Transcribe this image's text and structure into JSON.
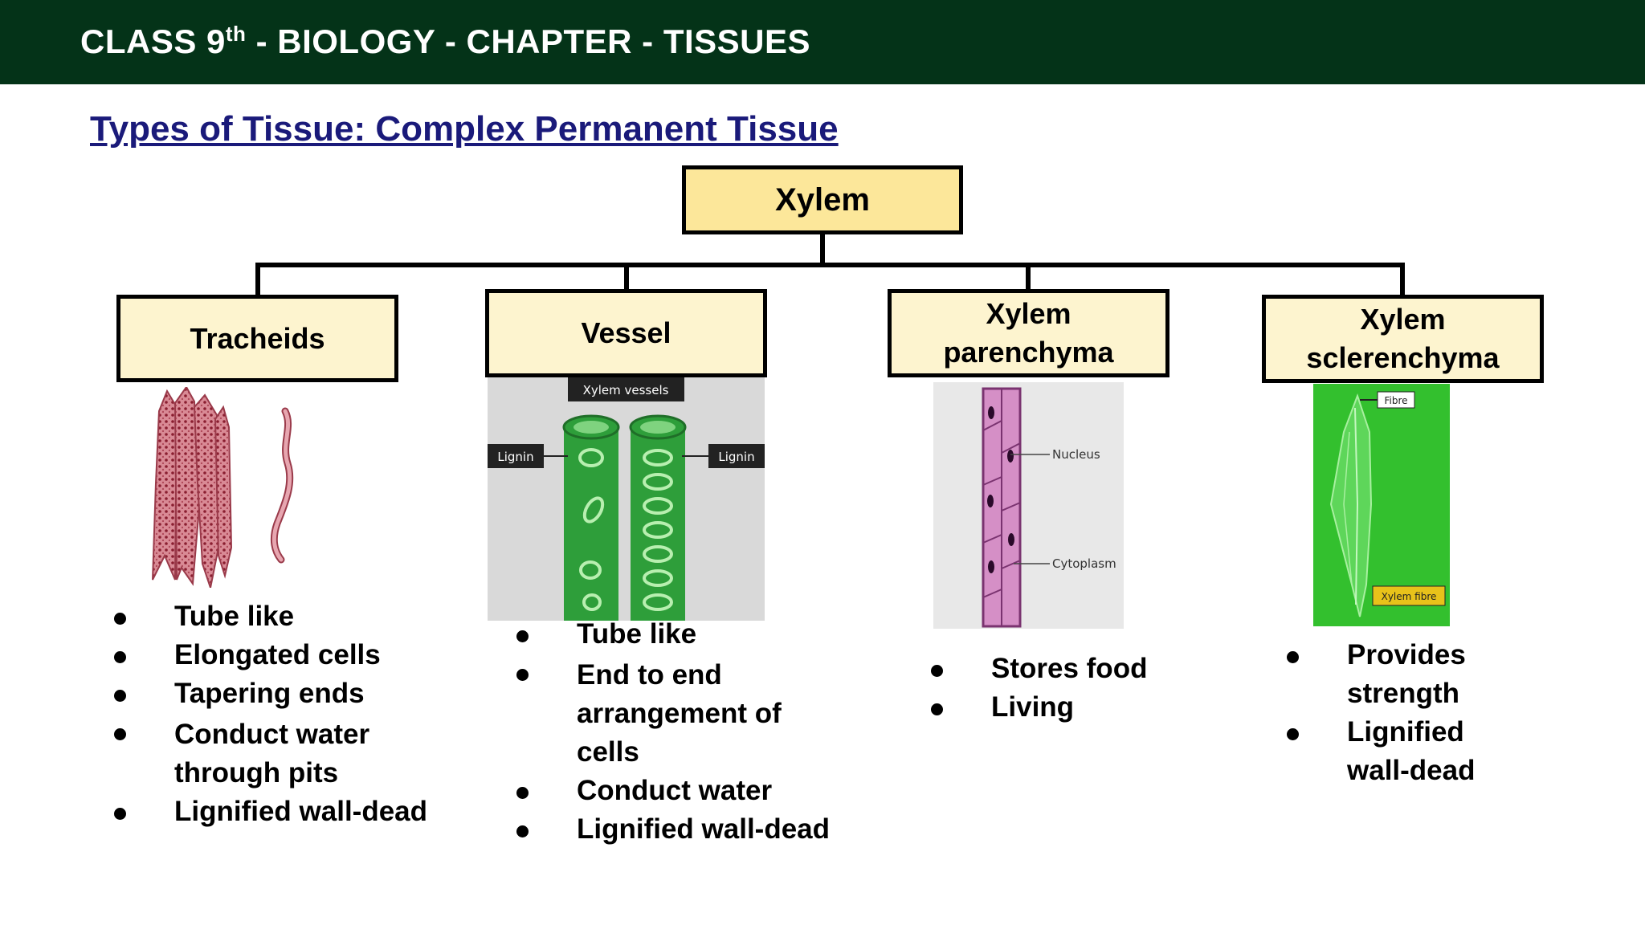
{
  "header": {
    "title_prefix": "CLASS 9",
    "title_sup": "th",
    "title_suffix": " - BIOLOGY - CHAPTER - TISSUES"
  },
  "slide": {
    "title": "Types of Tissue: Complex Permanent Tissue"
  },
  "diagram": {
    "root": "Xylem",
    "nodes": [
      {
        "label": "Tracheids",
        "points": [
          "Tube like",
          "Elongated cells",
          "Tapering ends",
          "Conduct water through pits",
          "Lignified wall-dead"
        ]
      },
      {
        "label": "Vessel",
        "figure_labels": {
          "top": "Xylem vessels",
          "left": "Lignin",
          "right": "Lignin"
        },
        "points": [
          "Tube like",
          "End to end arrangement of cells",
          "Conduct water",
          "Lignified wall-dead"
        ]
      },
      {
        "label": "Xylem parenchyma",
        "figure_labels": {
          "nucleus": "Nucleus",
          "cytoplasm": "Cytoplasm"
        },
        "points": [
          "Stores food",
          "Living"
        ]
      },
      {
        "label": "Xylem sclerenchyma",
        "figure_labels": {
          "top": "Fibre",
          "bottom": "Xylem fibre"
        },
        "points": [
          "Provides strength",
          "Lignified wall-dead"
        ]
      }
    ]
  },
  "colors": {
    "header_bg": "#043318",
    "title_color": "#1a1a7a",
    "root_box_fill": "#fce79a",
    "child_box_fill": "#fdf4cf",
    "tracheid_fill": "#d98a95",
    "vessel_green": "#2e9e3a",
    "parenchyma_pink": "#d58fc6",
    "sclerenchyma_green": "#33c02e"
  }
}
